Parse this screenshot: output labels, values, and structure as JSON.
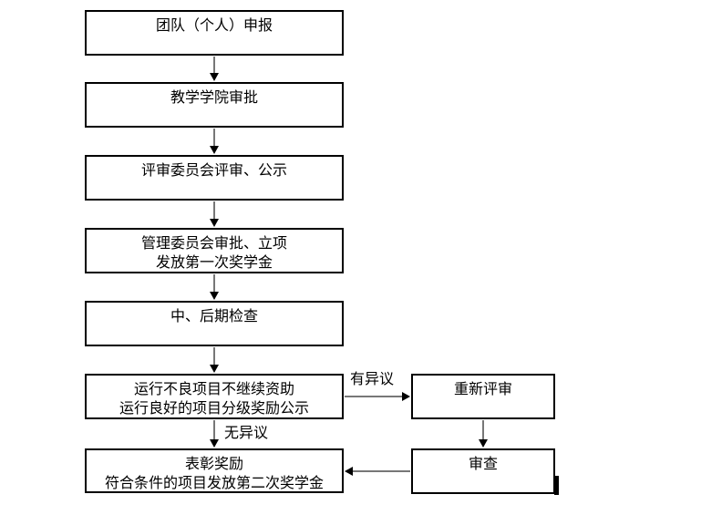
{
  "flowchart": {
    "main_steps": [
      {
        "id": "team-application",
        "lines": [
          "团队（个人）申报"
        ]
      },
      {
        "id": "college-approval",
        "lines": [
          "教学学院审批"
        ]
      },
      {
        "id": "committee-review",
        "lines": [
          "评审委员会评审、公示"
        ]
      },
      {
        "id": "mgmt-approval",
        "lines": [
          "管理委员会审批、立项",
          "发放第一次奖学金"
        ]
      },
      {
        "id": "mid-late-inspection",
        "lines": [
          "中、后期检查"
        ]
      },
      {
        "id": "grading-publicity",
        "lines": [
          "运行不良项目不继续资助",
          "运行良好的项目分级奖励公示"
        ]
      },
      {
        "id": "commendation",
        "lines": [
          "表彰奖励",
          "符合条件的项目发放第二次奖学金"
        ]
      }
    ],
    "side_steps": [
      {
        "id": "re-review",
        "lines": [
          "重新评审"
        ]
      },
      {
        "id": "examine",
        "lines": [
          "审查"
        ]
      }
    ],
    "labels": {
      "objection": "有异议",
      "no_objection": "无异议"
    },
    "colors": {
      "background": "#ffffff",
      "box_border": "#000000",
      "arrow_shaft": "#777777",
      "arrow_head": "#000000"
    }
  }
}
